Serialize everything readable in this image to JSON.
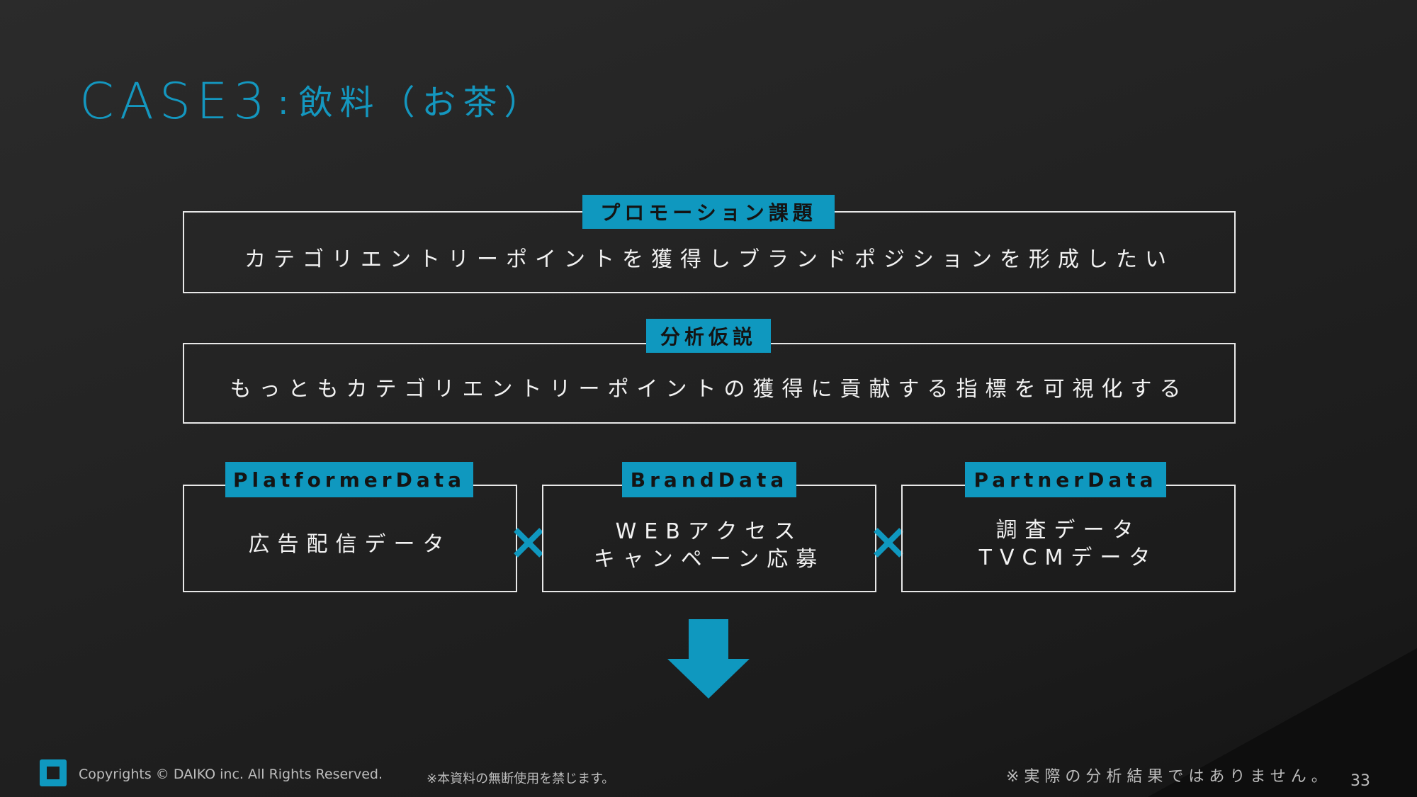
{
  "title": {
    "case": "CASE3",
    "separator": ":",
    "subject": "飲料（お茶）"
  },
  "promotion": {
    "label": "プロモーション課題",
    "text": "カテゴリエントリーポイントを獲得しブランドポジションを形成したい"
  },
  "hypothesis": {
    "label": "分析仮説",
    "text": "もっともカテゴリエントリーポイントの獲得に貢献する指標を可視化する"
  },
  "sources": [
    {
      "label": "PlatformerData",
      "lines": [
        "広告配信データ"
      ]
    },
    {
      "label": "BrandData",
      "lines": [
        "WEBアクセス",
        "キャンペーン応募"
      ]
    },
    {
      "label": "PartnerData",
      "lines": [
        "調査データ",
        "TVCMデータ"
      ]
    }
  ],
  "footer": {
    "copyright": "Copyrights © DAIKO inc. All Rights Reserved.",
    "notice": "※本資料の無断使用を禁じます。",
    "disclaimer": "※実際の分析結果ではありません。",
    "page_number": "33"
  },
  "colors": {
    "accent": "#0f98bf",
    "background": "#222222",
    "box_border": "#e8e8e8"
  },
  "icons": {
    "cross": "cross-icon",
    "arrow": "down-arrow-icon",
    "logo": "daiko-logo-icon"
  }
}
